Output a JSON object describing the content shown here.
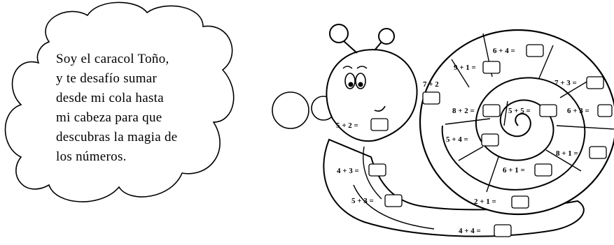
{
  "speech": {
    "lines": [
      "Soy el caracol Toño,",
      "y  te  desafío  sumar",
      "desde  mi  cola  hasta",
      "mi  cabeza  para  que",
      "descubras la magia de",
      "los números."
    ]
  },
  "shell_sums": [
    {
      "label": "6 + 4 ="
    },
    {
      "label": "9 + 1 ="
    },
    {
      "label": "7 + 2"
    },
    {
      "label": "7 + 3 ="
    },
    {
      "label": "8 + 2 ="
    },
    {
      "label": "5 + 5 ="
    },
    {
      "label": "6 + 3 ="
    },
    {
      "label": "5 + 4 ="
    },
    {
      "label": "8 + 1 ="
    },
    {
      "label": "6 + 1 ="
    },
    {
      "label": "2 + 1 ="
    }
  ],
  "body_sums": [
    {
      "label": "5 + 2 ="
    },
    {
      "label": "4 + 3 ="
    },
    {
      "label": "5 + 3 ="
    },
    {
      "label": "4 + 4 ="
    }
  ]
}
